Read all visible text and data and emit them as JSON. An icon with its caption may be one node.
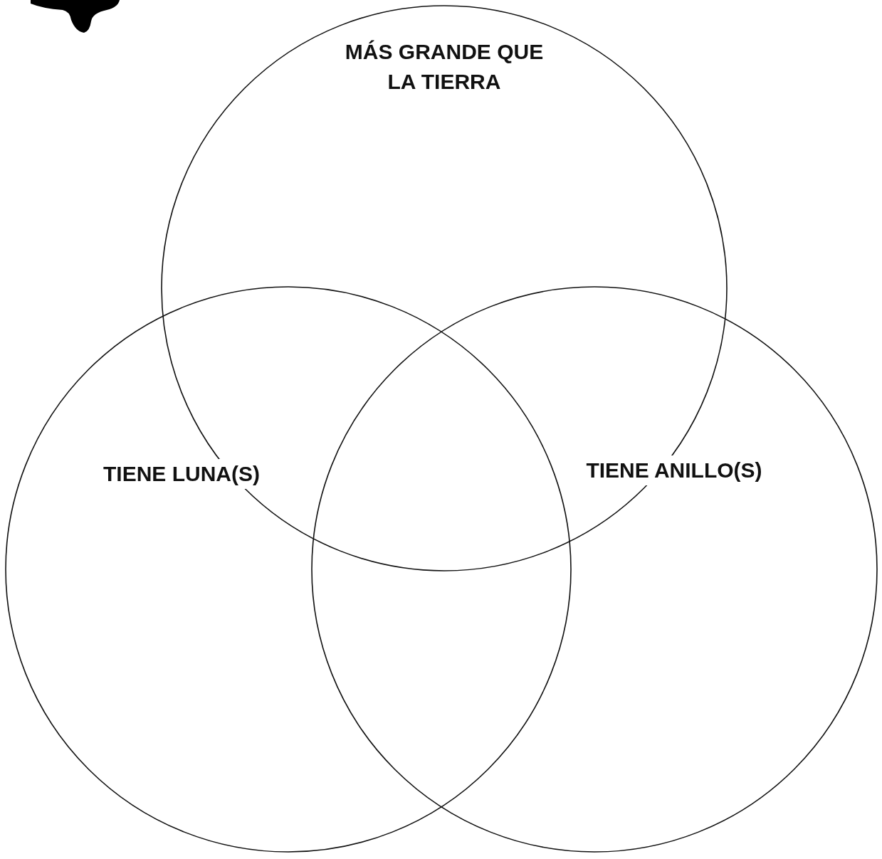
{
  "diagram": {
    "nodes": [
      {
        "text": [
          "MÁS GRANDE QUE LA TIERRA"
        ]
      },
      {
        "text": [
          "TIENE LUNA(S)"
        ]
      },
      {
        "text": [
          "TIENE ANILLO(S)"
        ]
      }
    ]
  }
}
